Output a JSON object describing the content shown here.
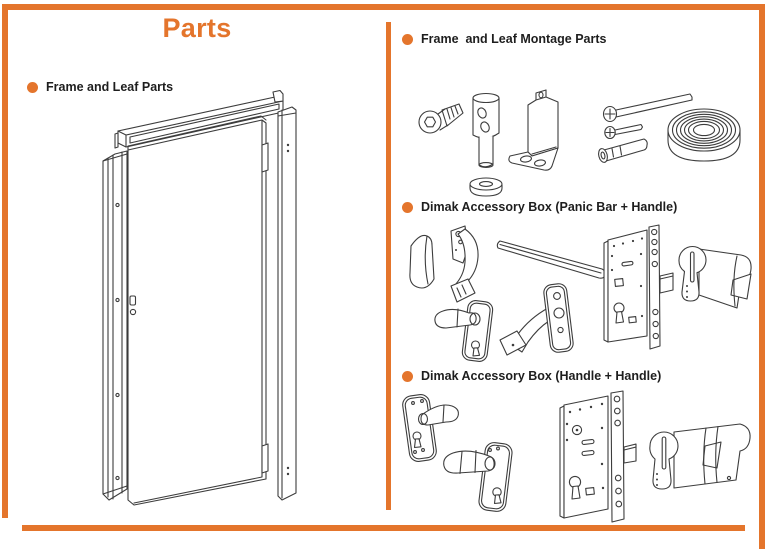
{
  "page": {
    "title": "Parts",
    "accent_color": "#E4752C",
    "line_color": "#3d3d3d",
    "text_color": "#1e1e1e"
  },
  "left_panel": {
    "heading": "Frame and Leaf Parts",
    "bullet_icon": "orange-dot",
    "illustration": {
      "name": "exploded-door-drawing",
      "parts": [
        "top-frame-header-with-drop-seal",
        "left-frame-jamb-profile",
        "door-leaf-with-hinge-blocks-and-lock-cutouts",
        "right-frame-jamb-profile"
      ]
    }
  },
  "right_panel": {
    "sections": [
      {
        "heading": "Frame  and Leaf Montage Parts",
        "bullet_icon": "orange-dot",
        "parts": [
          "allen-bolt",
          "hinge-pin-cylinder",
          "washer-grommet",
          "l-mounting-bracket",
          "long-screw",
          "short-screw",
          "anchor-bolt",
          "gasket-tape-roll"
        ]
      },
      {
        "heading": "Dimak Accessory Box (Panic Bar + Handle)",
        "bullet_icon": "orange-dot",
        "parts": [
          "end-cap-cover",
          "panic-bar-mechanism",
          "lever-handle-escutcheon",
          "push-bar-tube",
          "bracket-arm",
          "mortise-lock",
          "half-euro-cylinder"
        ]
      },
      {
        "heading": "Dimak Accessory Box (Handle + Handle)",
        "bullet_icon": "orange-dot",
        "parts": [
          "lever-handle-escutcheon",
          "lever-handle-escutcheon",
          "mortise-lock",
          "double-euro-cylinder"
        ]
      }
    ]
  }
}
